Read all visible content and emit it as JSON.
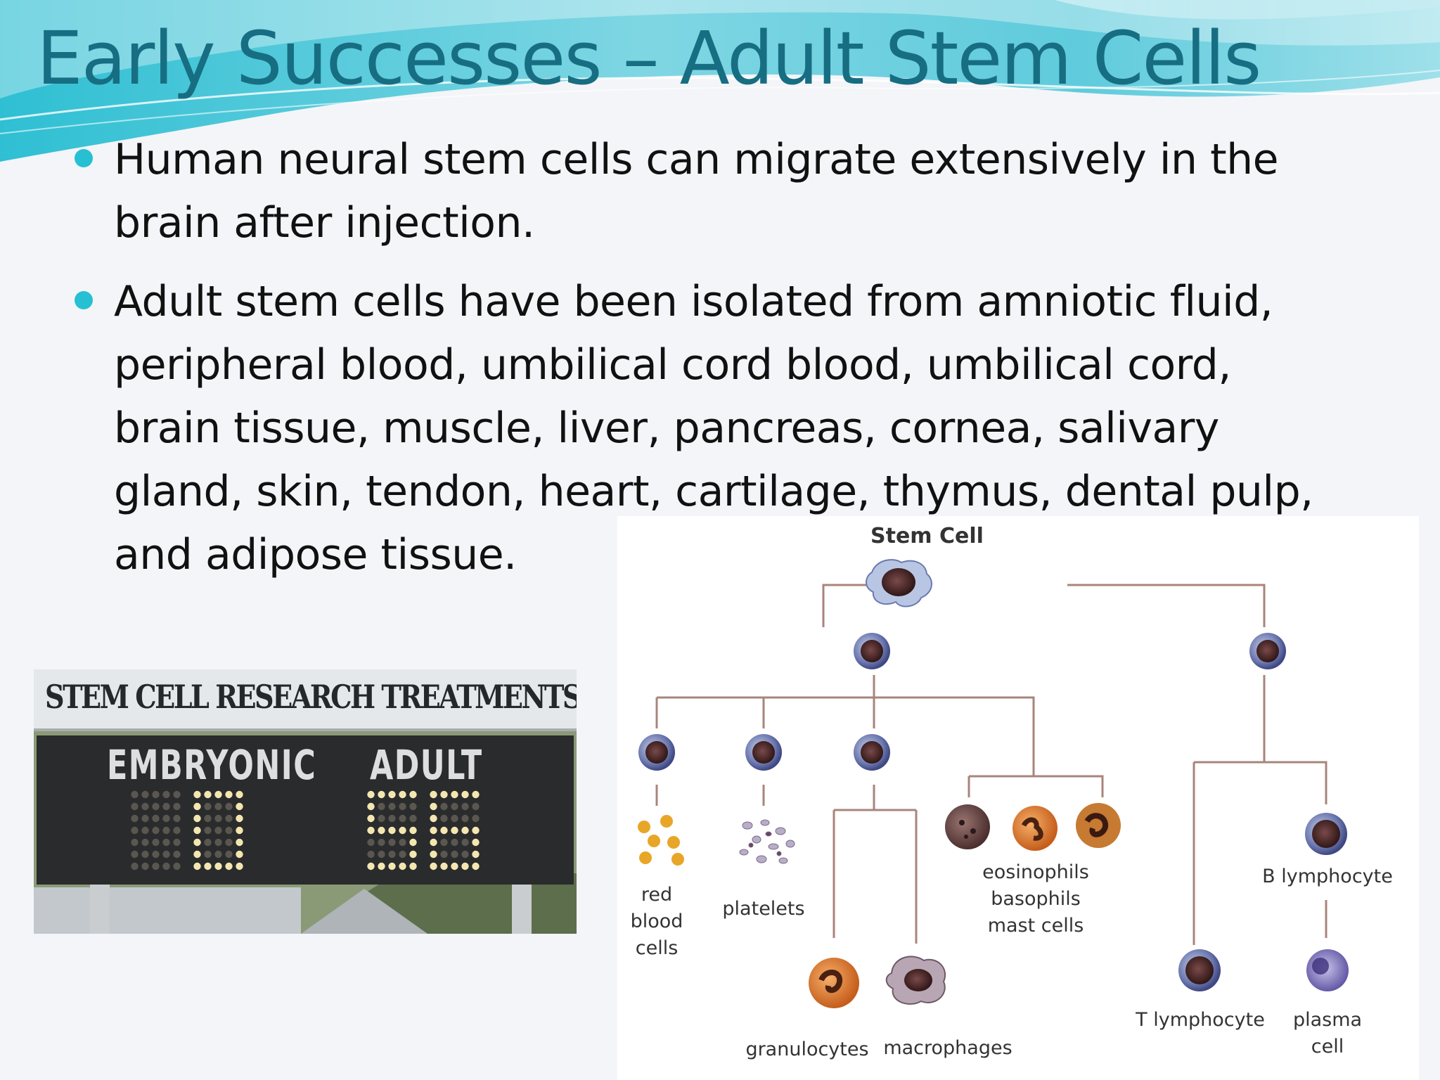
{
  "slide": {
    "title": "Early Successes – Adult Stem Cells",
    "bullets": [
      {
        "lines": [
          "Human neural stem cells can migrate extensively in the",
          "brain after injection."
        ]
      },
      {
        "lines": [
          "Adult stem cells have been isolated from amniotic fluid,",
          "peripheral blood, umbilical cord blood, umbilical cord,",
          "brain tissue, muscle, liver, pancreas, cornea, salivary",
          "gland, skin, tendon, heart, cartilage, thymus, dental pulp,",
          "and adipose tissue."
        ]
      }
    ],
    "colors": {
      "title": "#176e82",
      "bullet": "#27c0d2",
      "wave": "#3cc3d6"
    }
  },
  "scoreboard": {
    "sign": "STEM CELL RESEARCH TREATMENTS",
    "embryonic_label": "EMBRYONIC",
    "adult_label": "ADULT",
    "embryonic_score": "0",
    "adult_score": "56"
  },
  "diagram": {
    "title": "Stem Cell",
    "labels": {
      "red_blood": [
        "red",
        "blood",
        "cells"
      ],
      "platelets": "platelets",
      "eos": [
        "eosinophils",
        "basophils",
        "mast cells"
      ],
      "b_lymph": "B lymphocyte",
      "granulocytes": "granulocytes",
      "macrophages": "macrophages",
      "t_lymph": "T lymphocyte",
      "plasma": [
        "plasma",
        "cell"
      ]
    }
  }
}
